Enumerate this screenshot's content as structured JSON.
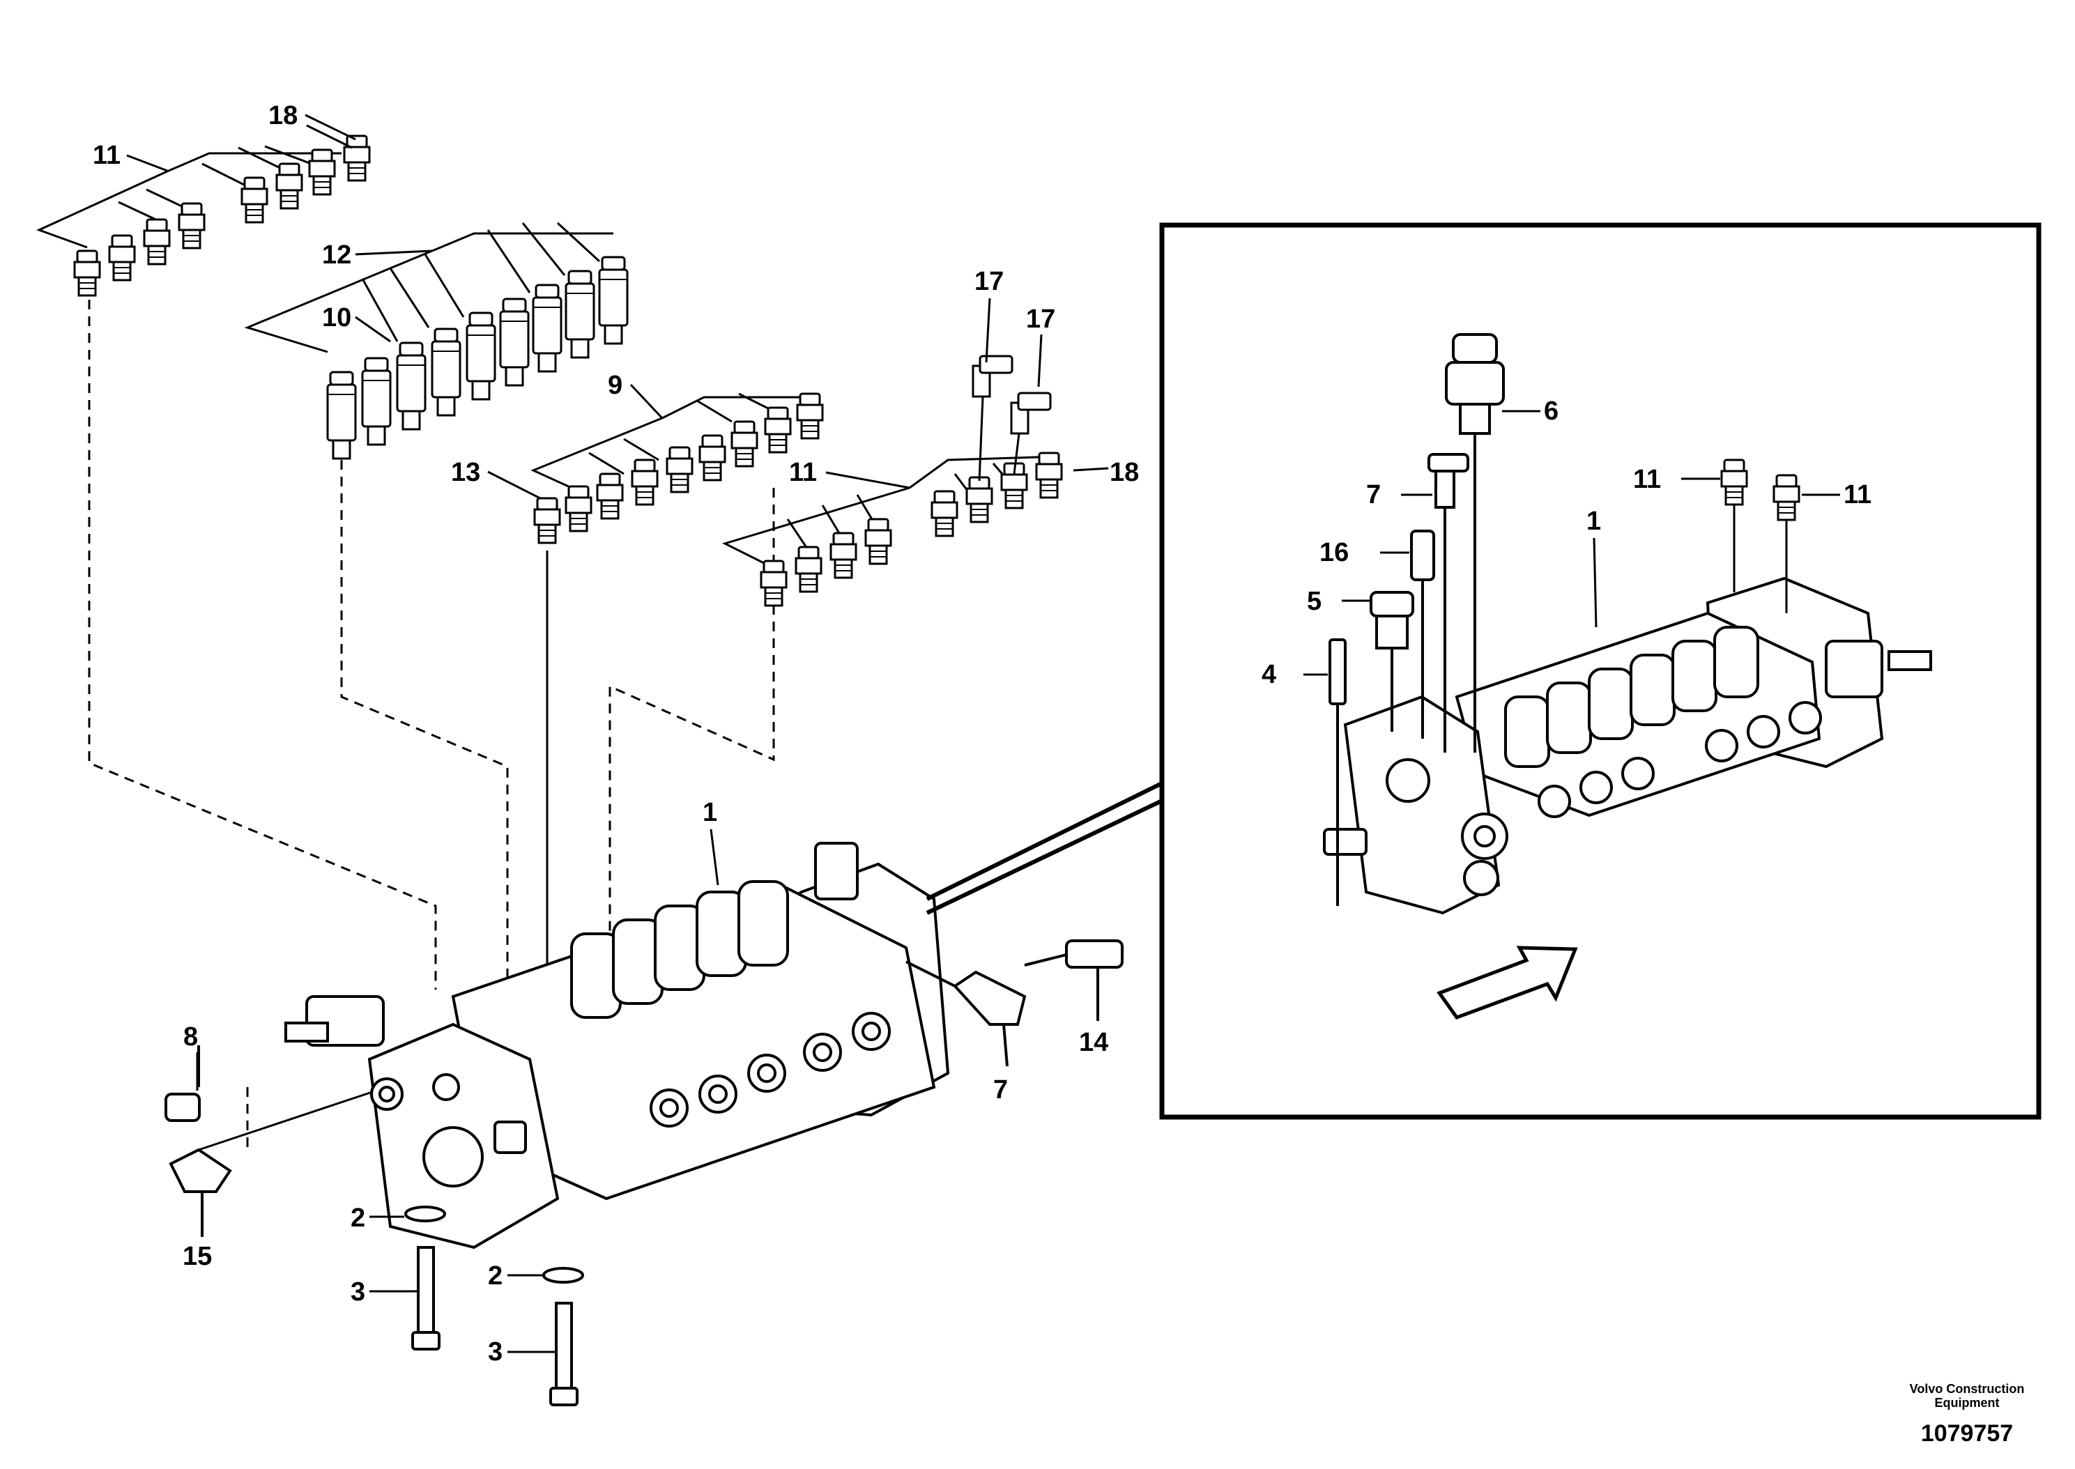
{
  "callouts": [
    {
      "id": "c11a",
      "text": "11"
    },
    {
      "id": "c18a",
      "text": "18"
    },
    {
      "id": "c12",
      "text": "12"
    },
    {
      "id": "c10",
      "text": "10"
    },
    {
      "id": "c17a",
      "text": "17"
    },
    {
      "id": "c17b",
      "text": "17"
    },
    {
      "id": "c9",
      "text": "9"
    },
    {
      "id": "c13",
      "text": "13"
    },
    {
      "id": "c11b",
      "text": "11"
    },
    {
      "id": "c18b",
      "text": "18"
    },
    {
      "id": "c1a",
      "text": "1"
    },
    {
      "id": "c8",
      "text": "8"
    },
    {
      "id": "c15",
      "text": "15"
    },
    {
      "id": "c2a",
      "text": "2"
    },
    {
      "id": "c3a",
      "text": "3"
    },
    {
      "id": "c2b",
      "text": "2"
    },
    {
      "id": "c3b",
      "text": "3"
    },
    {
      "id": "c7a",
      "text": "7"
    },
    {
      "id": "c14",
      "text": "14"
    },
    {
      "id": "c6",
      "text": "6"
    },
    {
      "id": "c7b",
      "text": "7"
    },
    {
      "id": "c11c",
      "text": "11"
    },
    {
      "id": "c11d",
      "text": "11"
    },
    {
      "id": "c16",
      "text": "16"
    },
    {
      "id": "c1b",
      "text": "1"
    },
    {
      "id": "c5",
      "text": "5"
    },
    {
      "id": "c4",
      "text": "4"
    }
  ],
  "footer": {
    "company_line1": "Volvo Construction",
    "company_line2": "Equipment",
    "drawing_number": "1079757"
  },
  "colors": {
    "line": "#000000",
    "background": "#ffffff"
  }
}
